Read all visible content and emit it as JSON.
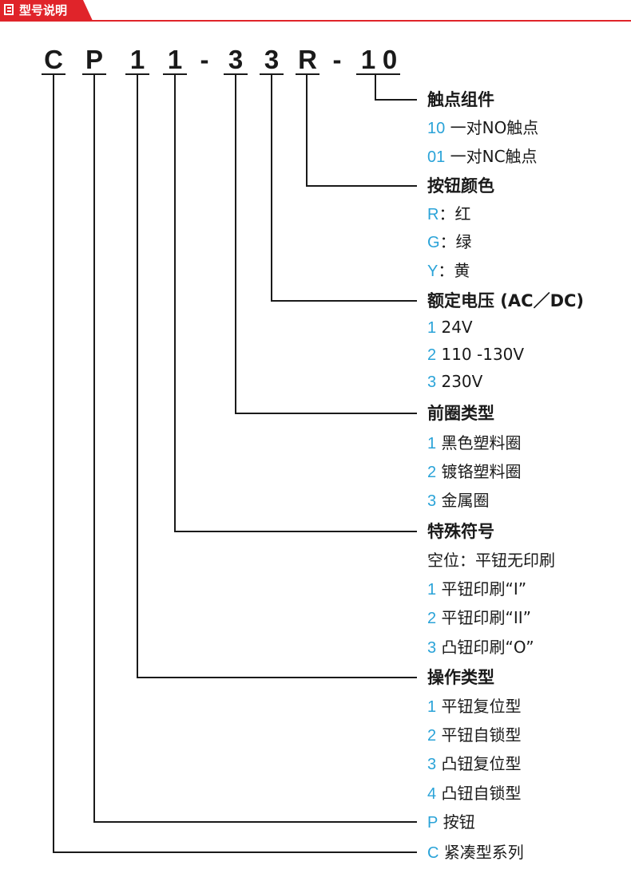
{
  "header": {
    "title": "型号说明",
    "icon": "document-icon",
    "accent_color": "#e0242a"
  },
  "code_accent_color": "#2aa3d8",
  "model_code": [
    "C",
    "P",
    "1",
    "1",
    "-",
    "3",
    "3",
    "R",
    "-",
    "1",
    "0"
  ],
  "groups": [
    {
      "title": "触点组件",
      "options": [
        {
          "code": "10",
          "text": " 一对NO触点"
        },
        {
          "code": "01",
          "text": " 一对NC触点"
        }
      ]
    },
    {
      "title": "按钮颜色",
      "options": [
        {
          "code": "R",
          "text": "：红"
        },
        {
          "code": "G",
          "text": "：绿"
        },
        {
          "code": "Y",
          "text": "：黄"
        }
      ]
    },
    {
      "title": "额定电压 (AC／DC)",
      "options": [
        {
          "code": "1",
          "text": " 24V"
        },
        {
          "code": "2",
          "text": " 110 -130V"
        },
        {
          "code": "3",
          "text": " 230V"
        }
      ]
    },
    {
      "title": "前圈类型",
      "options": [
        {
          "code": "1",
          "text": " 黑色塑料圈"
        },
        {
          "code": "2",
          "text": " 镀铬塑料圈"
        },
        {
          "code": "3",
          "text": " 金属圈"
        }
      ]
    },
    {
      "title": "特殊符号",
      "options": [
        {
          "code": "",
          "text": "空位：平钮无印刷"
        },
        {
          "code": "1",
          "text": " 平钮印刷“I”"
        },
        {
          "code": "2",
          "text": " 平钮印刷“II”"
        },
        {
          "code": "3",
          "text": " 凸钮印刷“O”"
        }
      ]
    },
    {
      "title": "操作类型",
      "options": [
        {
          "code": "1",
          "text": " 平钮复位型"
        },
        {
          "code": "2",
          "text": " 平钮自锁型"
        },
        {
          "code": "3",
          "text": " 凸钮复位型"
        },
        {
          "code": "4",
          "text": " 凸钮自锁型"
        }
      ]
    }
  ],
  "tail_labels": [
    {
      "code": "P",
      "text": " 按钮"
    },
    {
      "code": "C",
      "text": " 紧凑型系列"
    }
  ]
}
